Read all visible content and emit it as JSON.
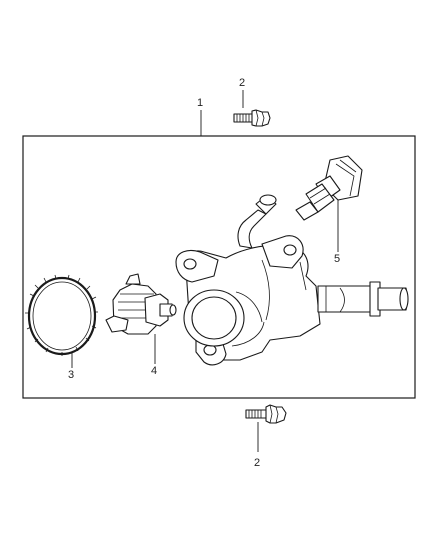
{
  "callouts": {
    "housing_assembly": "1",
    "bolt_top": "2",
    "bolt_bottom": "2",
    "gasket": "3",
    "thermostat": "4",
    "sensor": "5"
  }
}
